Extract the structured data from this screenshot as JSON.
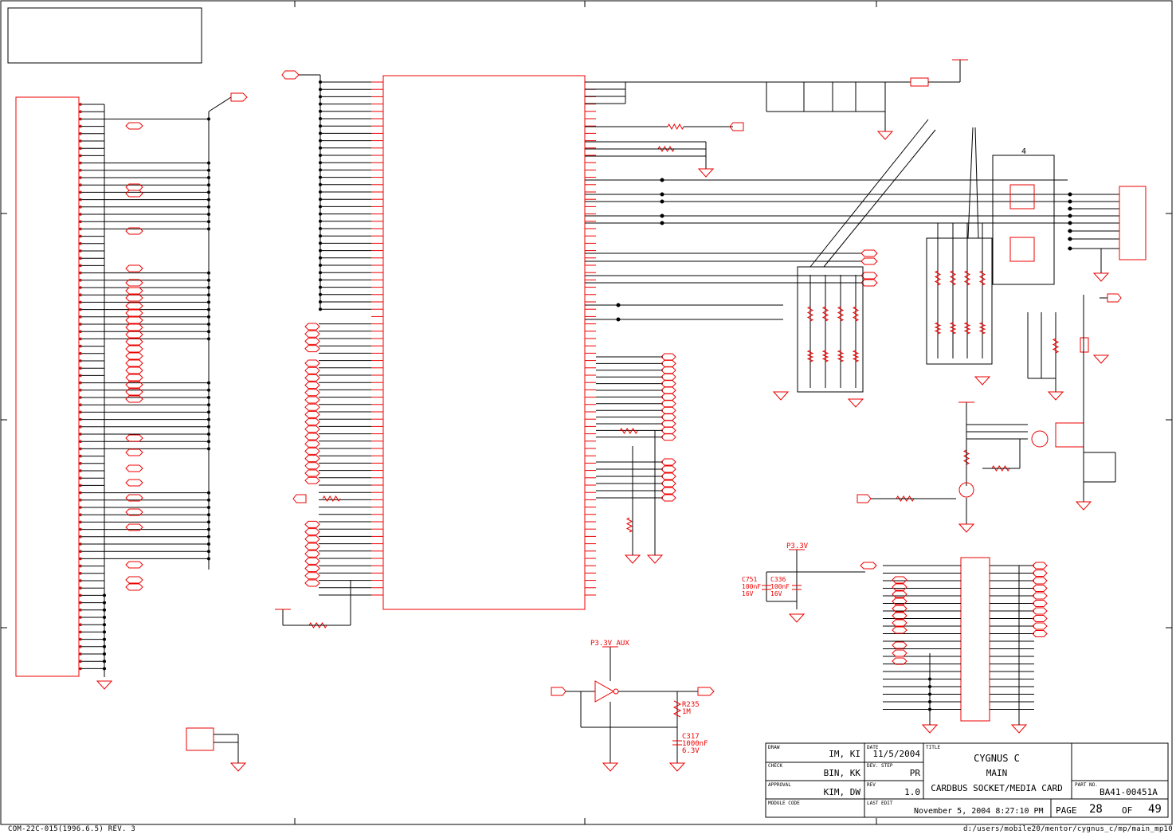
{
  "nets": {
    "p33v": "P3.3V",
    "p33v_aux": "P3.3V_AUX"
  },
  "parts": {
    "c751": {
      "ref": "C751",
      "value": "100nF",
      "voltage": "16V"
    },
    "c336": {
      "ref": "C336",
      "value": "100nF",
      "voltage": "16V"
    },
    "r235": {
      "ref": "R235",
      "value": "1M"
    },
    "c317": {
      "ref": "C317",
      "value": "1000nF",
      "voltage": "6.3V"
    },
    "t_label": "4"
  },
  "title_block": {
    "draw_label": "DRAW",
    "draw_value": "IM, KI",
    "check_label": "CHECK",
    "check_value": "BIN, KK",
    "approval_label": "APPROVAL",
    "approval_value": "KIM, DW",
    "module_code_label": "MODULE CODE",
    "date_label": "DATE",
    "date_value": "11/5/2004",
    "dev_step_label": "DEV. STEP",
    "dev_step_value": "PR",
    "rev_label": "REV",
    "rev_value": "1.0",
    "last_edit_label": "LAST EDIT",
    "last_edit_value": "November 5, 2004  8:27:10 PM",
    "title_label": "TITLE",
    "title_line1": "CYGNUS C",
    "title_line2": "MAIN",
    "title_line3": "CARDBUS SOCKET/MEDIA CARD",
    "part_no_label": "PART NO.",
    "part_no_value": "BA41-00451A",
    "page_label": "PAGE",
    "page_value": "28",
    "of_label": "OF",
    "of_value": "49"
  },
  "footer": {
    "form_code": "COM-22C-015(1996.6.5) REV. 3",
    "file_path": "d:/users/mobile20/mentor/cygnus_c/mp/main_mp10"
  },
  "colors": {
    "wire": "#000000",
    "part": "#e00000",
    "background": "#ffffff"
  }
}
